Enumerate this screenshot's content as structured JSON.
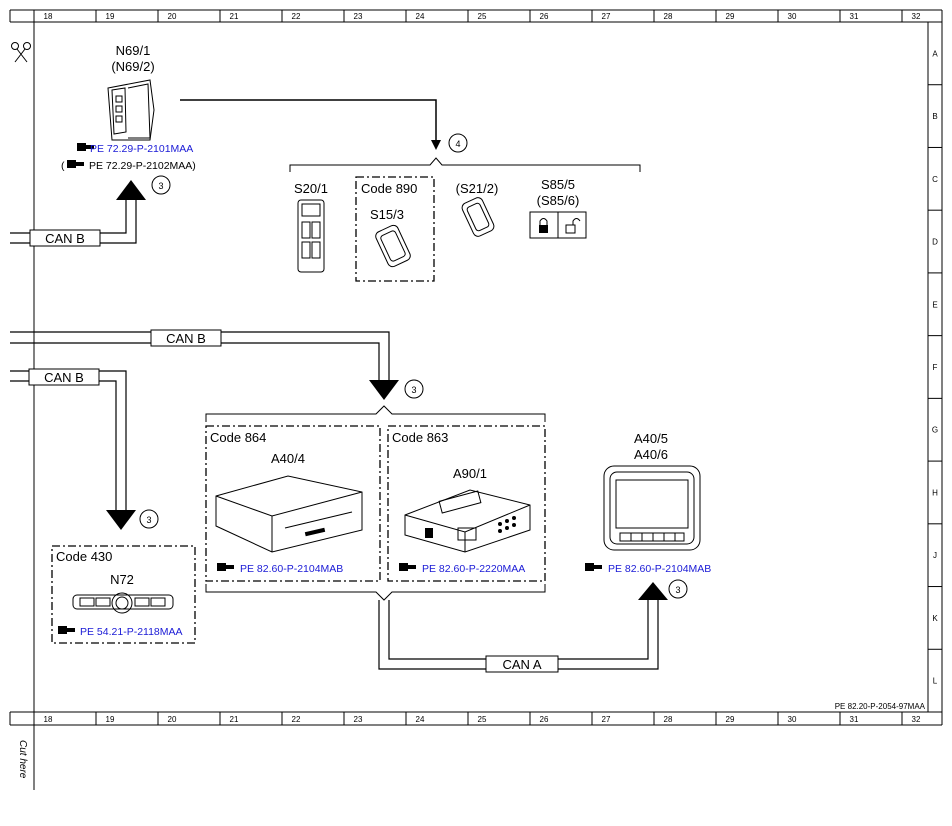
{
  "columns": [
    "18",
    "19",
    "20",
    "21",
    "22",
    "23",
    "24",
    "25",
    "26",
    "27",
    "28",
    "29",
    "30",
    "31",
    "32"
  ],
  "rows": [
    "A",
    "B",
    "C",
    "D",
    "E",
    "F",
    "G",
    "H",
    "J",
    "K",
    "L"
  ],
  "drawing_number": "PE 82.20-P-2054-97MAA",
  "cut_here": "Cut here",
  "components": {
    "n69_1": {
      "name": "N69/1",
      "alt": "(N69/2)",
      "ref1": "PE 72.29-P-2101MAA",
      "ref2_prefix": "(",
      "ref2": "PE 72.29-P-2102MAA)"
    },
    "s20_1": {
      "name": "S20/1"
    },
    "s15_3": {
      "code": "Code 890",
      "name": "S15/3"
    },
    "s21_2": {
      "name": "(S21/2)"
    },
    "s85_5": {
      "name": "S85/5",
      "alt": "(S85/6)"
    },
    "a40_4": {
      "code": "Code 864",
      "name": "A40/4",
      "ref": "PE 82.60-P-2104MAB"
    },
    "a90_1": {
      "code": "Code 863",
      "name": "A90/1",
      "ref": "PE 82.60-P-2220MAA"
    },
    "a40_5": {
      "name": "A40/5",
      "alt": "A40/6",
      "ref": "PE 82.60-P-2104MAB"
    },
    "n72": {
      "code": "Code 430",
      "name": "N72",
      "ref": "PE 54.21-P-2118MAA"
    }
  },
  "bus_labels": {
    "can_b_1": "CAN B",
    "can_b_2": "CAN B",
    "can_b_3": "CAN B",
    "can_a": "CAN A"
  },
  "callouts": {
    "c1": "3",
    "c2": "4",
    "c3": "3",
    "c4": "3",
    "c5": "3"
  }
}
